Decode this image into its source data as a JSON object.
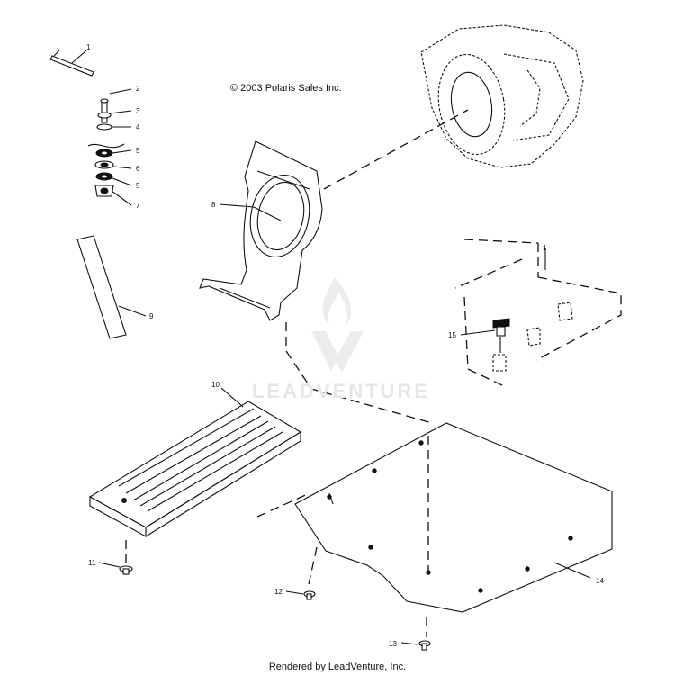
{
  "copyright": "© 2003 Polaris Sales Inc.",
  "footer": "Rendered by LeadVenture, Inc.",
  "watermark": "LEADVENTURE",
  "callouts": [
    "1",
    "2",
    "3",
    "4",
    "5",
    "6",
    "5",
    "7",
    "8",
    "9",
    "10",
    "11",
    "12",
    "13",
    "14",
    "15",
    "1"
  ]
}
